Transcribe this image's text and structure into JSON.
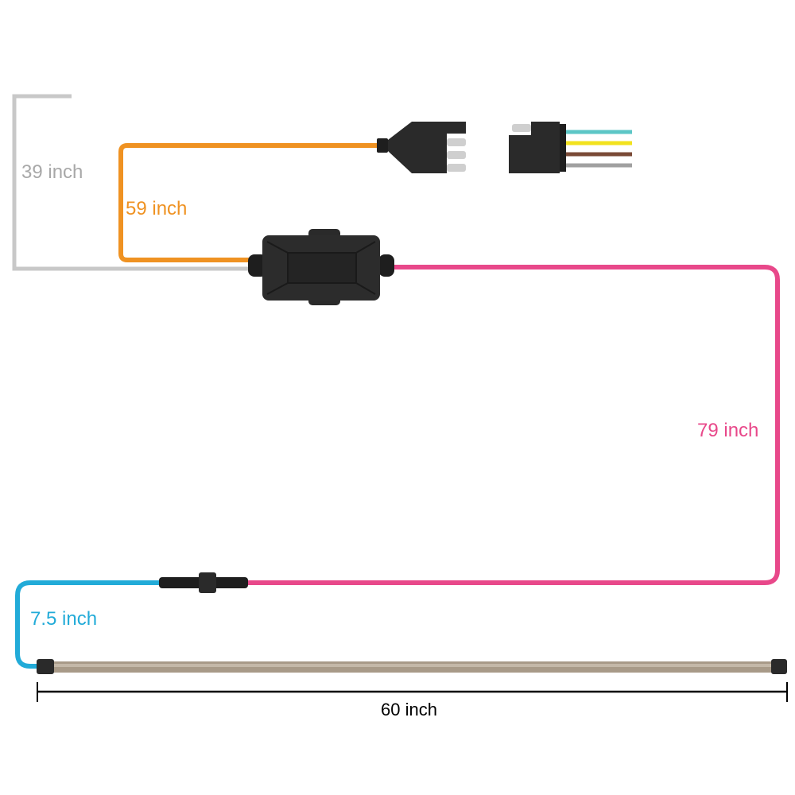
{
  "labels": {
    "gray_cable": "39 inch",
    "orange_cable": "59 inch",
    "pink_cable": "79 inch",
    "blue_cable": "7.5 inch",
    "light_bar": "60 inch"
  },
  "colors": {
    "gray": "#c8c8c8",
    "gray_text": "#a8a8a8",
    "orange": "#ef9222",
    "pink": "#e8488a",
    "blue": "#22abd8",
    "wire_teal": "#5cc6c6",
    "wire_yellow": "#f2e21e",
    "wire_brown": "#7a4a36",
    "wire_gray": "#a0a0a0"
  }
}
